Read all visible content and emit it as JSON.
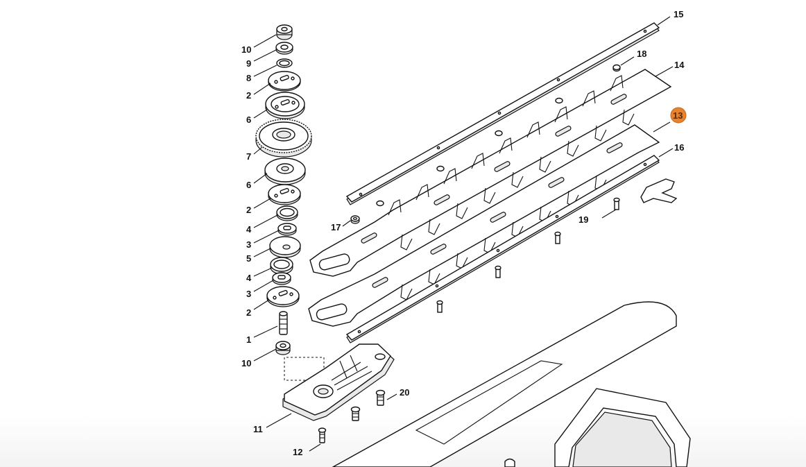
{
  "labels": {
    "l10a": "10",
    "l9": "9",
    "l8": "8",
    "l2a": "2",
    "l6a": "6",
    "l7": "7",
    "l6b": "6",
    "l2b": "2",
    "l4a": "4",
    "l3a": "3",
    "l5": "5",
    "l4b": "4",
    "l3b": "3",
    "l2c": "2",
    "l1": "1",
    "l10b": "10",
    "l11": "11",
    "l12": "12",
    "l20": "20",
    "l15": "15",
    "l18": "18",
    "l14": "14",
    "l13": "13",
    "l16": "16",
    "l17": "17",
    "l19": "19"
  },
  "highlight": {
    "label": "13",
    "color": "#e8822c"
  }
}
